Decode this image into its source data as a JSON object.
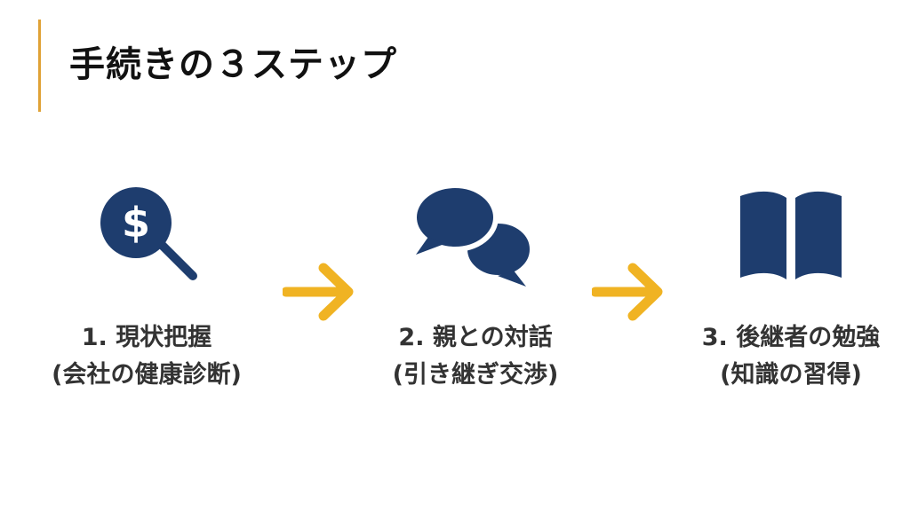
{
  "title": "手続きの３ステップ",
  "colors": {
    "accent": "#e0a236",
    "icon": "#1e3d6e",
    "arrow": "#f0b323"
  },
  "steps": [
    {
      "icon": "dollar-search-icon",
      "line1": "1. 現状把握",
      "line2": "(会社の健康診断)"
    },
    {
      "icon": "chat-bubbles-icon",
      "line1": "2. 親との対話",
      "line2": "(引き継ぎ交渉)"
    },
    {
      "icon": "open-book-icon",
      "line1": "3. 後継者の勉強",
      "line2": "(知識の習得)"
    }
  ]
}
